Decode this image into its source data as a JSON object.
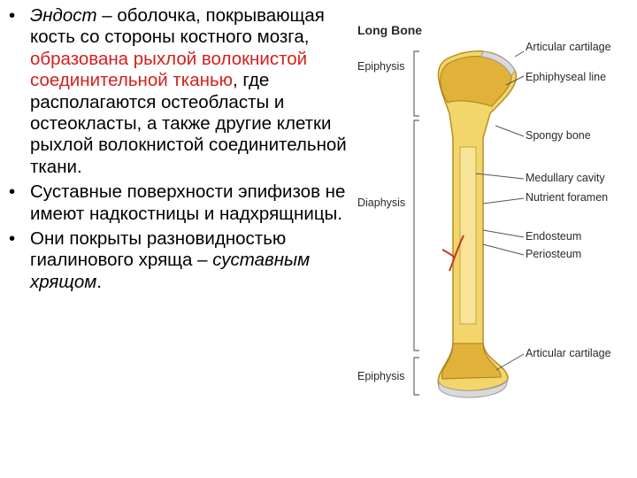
{
  "text": {
    "b1_term": "Эндост",
    "b1_a": " – оболочка, покрывающая кость со стороны костного мозга, ",
    "b1_red": "образована рыхлой волокнистой соединительной тканью",
    "b1_b": ", где располагаются остеобласты и остеокласты, а также другие клетки рыхлой волокнистой соединительной ткани.",
    "b2": "Суставные поверхности эпифизов не имеют надкостницы и надхрящницы.",
    "b3_a": "Они покрыты разновидностью гиалинового хряща – ",
    "b3_it": "суставным хрящом",
    "b3_end": "."
  },
  "figure": {
    "title": "Long Bone",
    "left_labels": {
      "epiphysis_top": "Epiphysis",
      "diaphysis": "Diaphysis",
      "epiphysis_bottom": "Epiphysis"
    },
    "right_labels": {
      "articular_top": "Articular cartilage",
      "epiphyseal_line": "Ephiphyseal line",
      "spongy": "Spongy bone",
      "medullary": "Medullary cavity",
      "nutrient": "Nutrient foramen",
      "endosteum": "Endosteum",
      "periosteum": "Periosteum",
      "articular_bottom": "Articular cartilage"
    },
    "colors": {
      "bone": "#f2d66b",
      "spongy": "#e0b23a",
      "cartilage": "#d9d9d9",
      "vessel": "#c0392b"
    }
  }
}
